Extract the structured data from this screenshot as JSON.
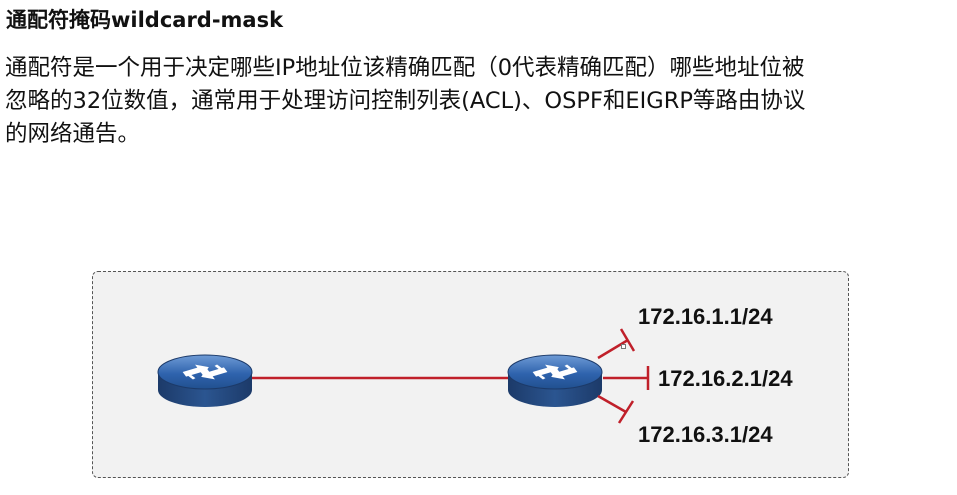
{
  "heading": {
    "title": "通配符掩码wildcard-mask"
  },
  "paragraph": {
    "lines": [
      "通配符是一个用于决定哪些IP地址位该精确匹配（0代表精确匹配）哪些地址位被",
      "忽略的32位数值，通常用于处理访问控制列表(ACL)、OSPF和EIGRP等路由协议",
      "的网络通告。"
    ]
  },
  "diagram": {
    "addresses": [
      "172.16.1.1/24",
      "172.16.2.1/24",
      "172.16.3.1/24"
    ],
    "colors": {
      "link": "#c0202a",
      "router_top": "#2a5c9e",
      "router_side": "#1f3f72"
    },
    "icons": [
      "router-icon",
      "router-icon"
    ]
  }
}
